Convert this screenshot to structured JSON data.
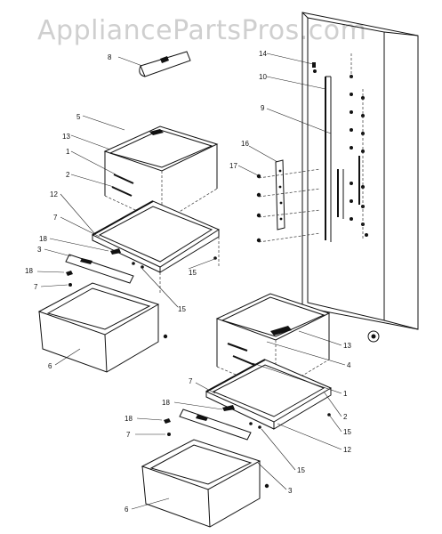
{
  "watermark": "AppliancePartsPros.com",
  "callouts": {
    "c1": "8",
    "c2": "14",
    "c3": "10",
    "c4": "9",
    "c5": "16",
    "c6": "17",
    "c7": "5",
    "c8": "13",
    "c9": "1",
    "c10": "2",
    "c11": "12",
    "c12": "7",
    "c13": "18",
    "c14": "3",
    "c15": "15",
    "c16": "18",
    "c17": "7",
    "c18": "15",
    "c19": "6",
    "c20": "7",
    "c21": "18",
    "c22": "13",
    "c23": "4",
    "c24": "1",
    "c25": "2",
    "c26": "15",
    "c27": "12",
    "c28": "18",
    "c29": "7",
    "c30": "15",
    "c31": "3",
    "c32": "6"
  }
}
